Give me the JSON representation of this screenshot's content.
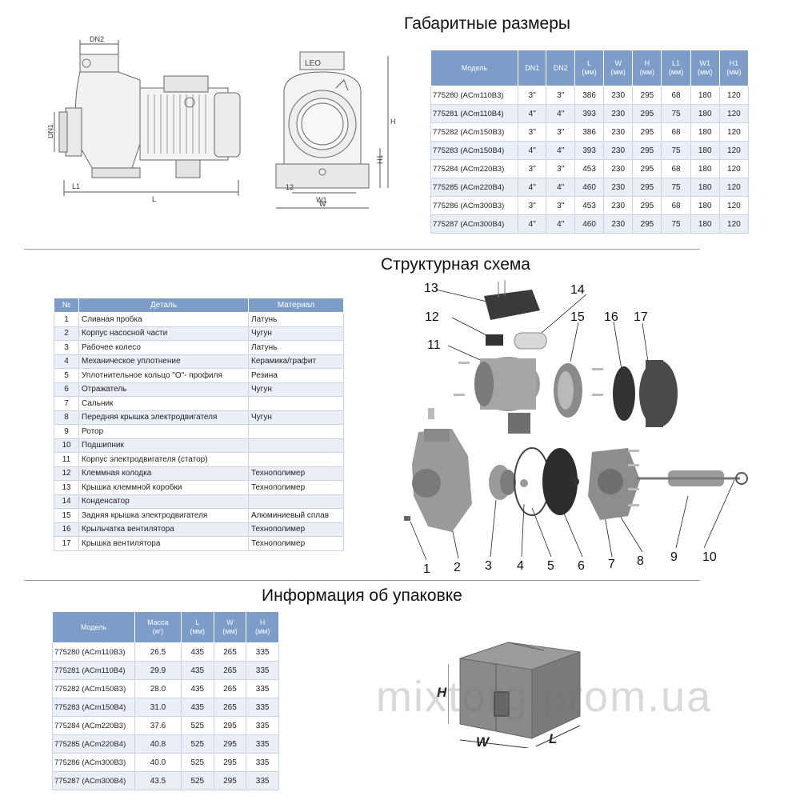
{
  "sections": {
    "dimensions_title": "Габаритные размеры",
    "structure_title": "Структурная схема",
    "packaging_title": "Информация об упаковке"
  },
  "drawing_labels": {
    "dn2": "DN2",
    "dn1": "DN1",
    "l1": "L1",
    "l": "L",
    "h": "H",
    "h1": "H1",
    "w1": "W1",
    "w": "W",
    "twelve": "12",
    "brand": "LEO"
  },
  "dimensions_table": {
    "headers": [
      "Модель",
      "DN1",
      "DN2",
      "L\n(мм)",
      "W\n(мм)",
      "H\n(мм)",
      "L1\n(мм)",
      "W1\n(мм)",
      "H1\n(мм)"
    ],
    "rows": [
      [
        "775280 (ACm110B3)",
        "3\"",
        "3\"",
        "386",
        "230",
        "295",
        "68",
        "180",
        "120"
      ],
      [
        "775281 (ACm110B4)",
        "4\"",
        "4\"",
        "393",
        "230",
        "295",
        "75",
        "180",
        "120"
      ],
      [
        "775282 (ACm150B3)",
        "3\"",
        "3\"",
        "386",
        "230",
        "295",
        "68",
        "180",
        "120"
      ],
      [
        "775283 (ACm150B4)",
        "4\"",
        "4\"",
        "393",
        "230",
        "295",
        "75",
        "180",
        "120"
      ],
      [
        "775284 (ACm220B3)",
        "3\"",
        "3\"",
        "453",
        "230",
        "295",
        "68",
        "180",
        "120"
      ],
      [
        "775285 (ACm220B4)",
        "4\"",
        "4\"",
        "460",
        "230",
        "295",
        "75",
        "180",
        "120"
      ],
      [
        "775286 (ACm300B3)",
        "3\"",
        "3\"",
        "453",
        "230",
        "295",
        "68",
        "180",
        "120"
      ],
      [
        "775287 (ACm300B4)",
        "4\"",
        "4\"",
        "460",
        "230",
        "295",
        "75",
        "180",
        "120"
      ]
    ]
  },
  "parts_table": {
    "headers": [
      "№",
      "Деталь",
      "Материал"
    ],
    "rows": [
      [
        "1",
        "Сливная пробка",
        "Латунь"
      ],
      [
        "2",
        "Корпус насосной части",
        "Чугун"
      ],
      [
        "3",
        "Рабочее колесо",
        "Латунь"
      ],
      [
        "4",
        "Механическое уплотнение",
        "Керамика/графит"
      ],
      [
        "5",
        "Уплотнительное кольцо \"О\"- профиля",
        "Резина"
      ],
      [
        "6",
        "Отражатель",
        "Чугун"
      ],
      [
        "7",
        "Сальник",
        ""
      ],
      [
        "8",
        "Передняя крышка электродвигателя",
        "Чугун"
      ],
      [
        "9",
        "Ротор",
        ""
      ],
      [
        "10",
        "Подшипник",
        ""
      ],
      [
        "11",
        "Корпус электродвигателя (статор)",
        ""
      ],
      [
        "12",
        "Клеммная колодка",
        "Технополимер"
      ],
      [
        "13",
        "Крышка клеммной коробки",
        "Технополимер"
      ],
      [
        "14",
        "Конденсатор",
        ""
      ],
      [
        "15",
        "Задняя крышка электродвигателя",
        "Алюминиевый сплав"
      ],
      [
        "16",
        "Крыльчатка вентилятора",
        "Технополимер"
      ],
      [
        "17",
        "Крышка вентилятора",
        "Технополимер"
      ]
    ]
  },
  "packaging_table": {
    "headers": [
      "Модель",
      "Масса\n(кг)",
      "L\n(мм)",
      "W\n(мм)",
      "H\n(мм)"
    ],
    "rows": [
      [
        "775280 (ACm110B3)",
        "26.5",
        "435",
        "265",
        "335"
      ],
      [
        "775281 (ACm110B4)",
        "29.9",
        "435",
        "265",
        "335"
      ],
      [
        "775282 (ACm150B3)",
        "28.0",
        "435",
        "265",
        "335"
      ],
      [
        "775283 (ACm150B4)",
        "31.0",
        "435",
        "265",
        "335"
      ],
      [
        "775284 (ACm220B3)",
        "37.6",
        "525",
        "295",
        "335"
      ],
      [
        "775285 (ACm220B4)",
        "40.8",
        "525",
        "295",
        "335"
      ],
      [
        "775286 (ACm300B3)",
        "40.0",
        "525",
        "295",
        "335"
      ],
      [
        "775287 (ACm300B4)",
        "43.5",
        "525",
        "295",
        "335"
      ]
    ]
  },
  "callouts": [
    "1",
    "2",
    "3",
    "4",
    "5",
    "6",
    "7",
    "8",
    "9",
    "10",
    "11",
    "12",
    "13",
    "14",
    "15",
    "16",
    "17"
  ],
  "box_labels": {
    "h": "H",
    "w": "W",
    "l": "L"
  },
  "watermark": "mixtorg.prom.ua"
}
